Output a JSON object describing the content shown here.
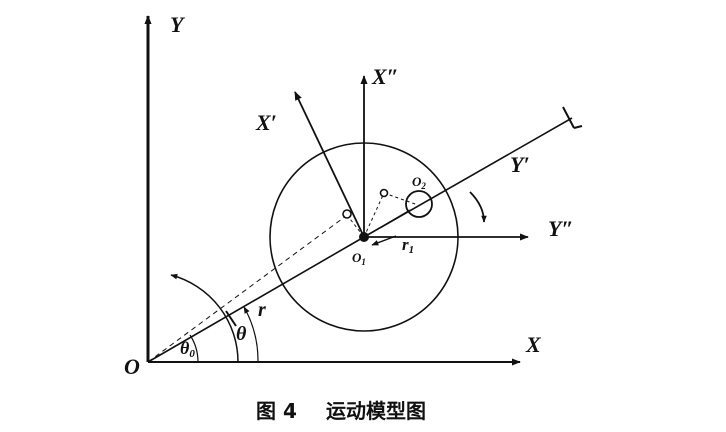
{
  "figure": {
    "caption_number": "图 4",
    "caption_title": "运动模型图"
  },
  "labels": {
    "origin": "O",
    "x_axis": "X",
    "y_axis": "Y",
    "x_prime": "X′",
    "y_prime": "Y′",
    "x_double_prime": "X″",
    "y_double_prime": "Y″",
    "o1": "O",
    "o1_sub": "1",
    "o2": "O",
    "o2_sub": "2",
    "r": "r",
    "r1": "r",
    "r1_sub": "1",
    "theta": "θ",
    "theta0": "θ",
    "theta0_sub": "0"
  },
  "colors": {
    "ink": "#111111",
    "background": "#ffffff"
  }
}
